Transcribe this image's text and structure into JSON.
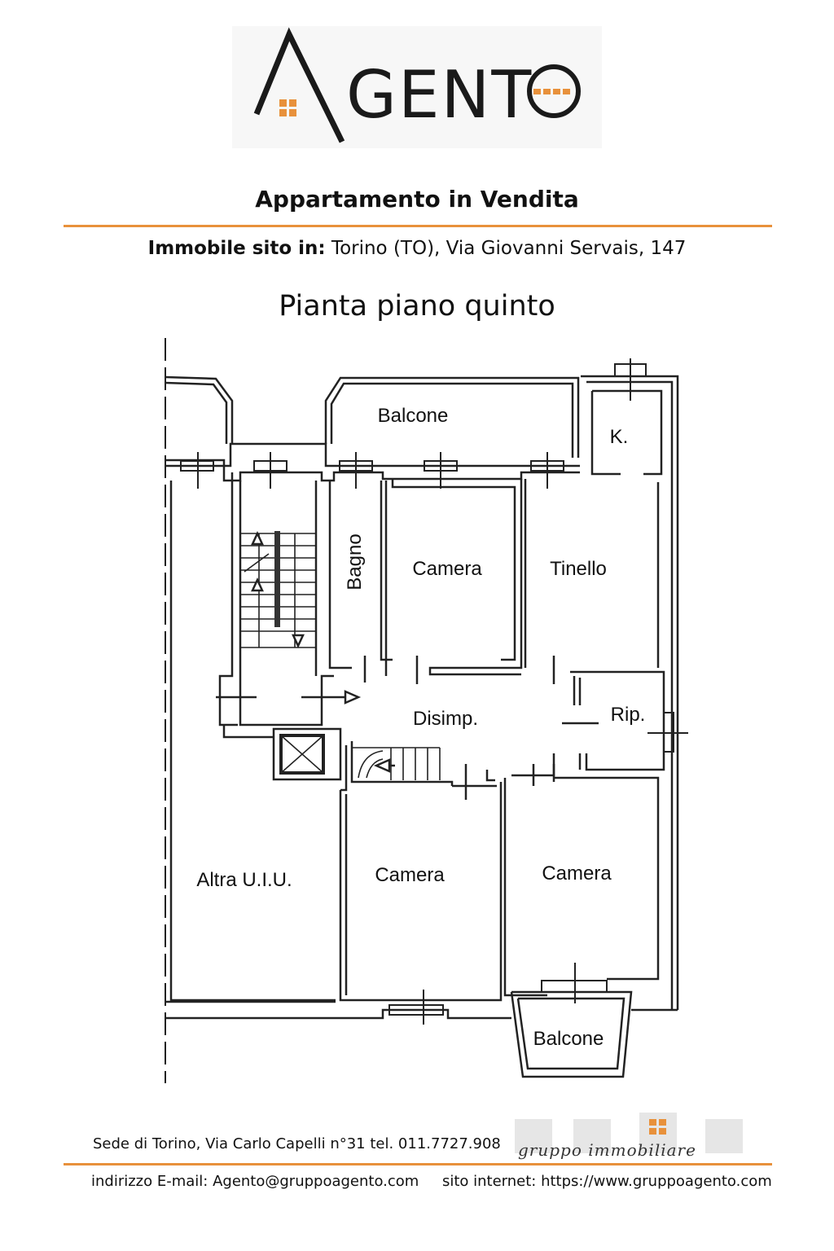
{
  "logo": {
    "text": "AGENTO",
    "accent": "#e8913b"
  },
  "header": {
    "title": "Appartamento in Vendita",
    "address_label": "Immobile sito in:",
    "address_value": "Torino (TO), Via Giovanni Servais, 147"
  },
  "plan": {
    "title": "Pianta piano quinto",
    "rooms": {
      "balcone_top": "Balcone",
      "k": "K.",
      "bagno": "Bagno",
      "camera_top": "Camera",
      "tinello": "Tinello",
      "disimp": "Disimp.",
      "rip": "Rip.",
      "altra": "Altra U.I.U.",
      "camera_bl": "Camera",
      "camera_br": "Camera",
      "balcone_bottom": "Balcone"
    }
  },
  "footer": {
    "office": "Sede di Torino, Via Carlo Capelli n°31 tel. 011.7727.908",
    "email_line": "indirizzo E-mail: Agento@gruppoagento.com",
    "site_line": "sito internet: https://www.gruppoagento.com",
    "brand_script": "gruppo immobiliare"
  },
  "colors": {
    "accent": "#e8913b",
    "ink": "#111111"
  }
}
